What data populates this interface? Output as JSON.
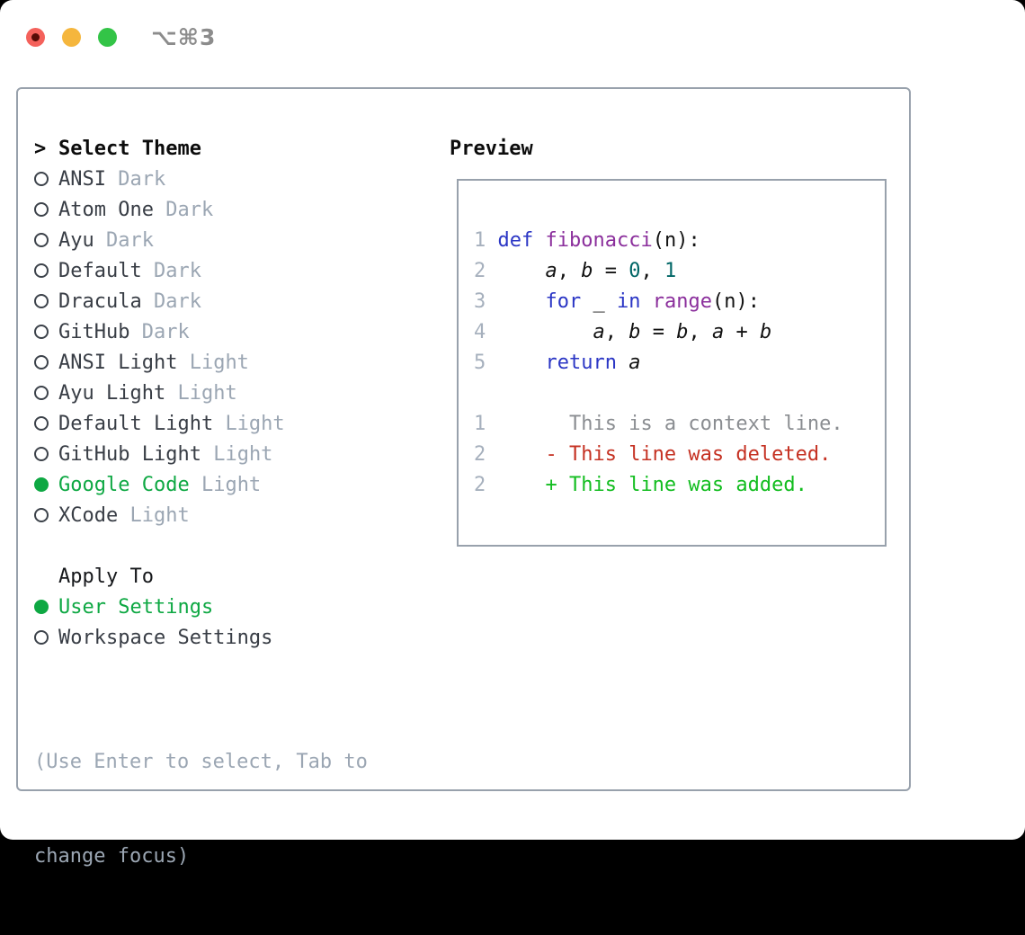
{
  "window": {
    "shortcut": "⌥⌘3"
  },
  "colors": {
    "accent_green": "#0ea843",
    "keyword_blue": "#2b36c5",
    "function_purple": "#8b2f9c",
    "literal_teal": "#006666",
    "diff_deleted_red": "#c53122",
    "diff_added_green": "#12bd1f",
    "muted_gray": "#9ba6b3",
    "border_gray": "#98a1ac"
  },
  "theme_picker": {
    "title_marker": ">",
    "title": "Select Theme",
    "themes": [
      {
        "name": "ANSI",
        "variant": "Dark",
        "selected": false
      },
      {
        "name": "Atom One",
        "variant": "Dark",
        "selected": false
      },
      {
        "name": "Ayu",
        "variant": "Dark",
        "selected": false
      },
      {
        "name": "Default",
        "variant": "Dark",
        "selected": false
      },
      {
        "name": "Dracula",
        "variant": "Dark",
        "selected": false
      },
      {
        "name": "GitHub",
        "variant": "Dark",
        "selected": false
      },
      {
        "name": "ANSI Light",
        "variant": "Light",
        "selected": false
      },
      {
        "name": "Ayu Light",
        "variant": "Light",
        "selected": false
      },
      {
        "name": "Default Light",
        "variant": "Light",
        "selected": false
      },
      {
        "name": "GitHub Light",
        "variant": "Light",
        "selected": false
      },
      {
        "name": "Google Code",
        "variant": "Light",
        "selected": true
      },
      {
        "name": "XCode",
        "variant": "Light",
        "selected": false
      }
    ],
    "apply_to": {
      "title": "Apply To",
      "options": [
        {
          "label": "User Settings",
          "selected": true
        },
        {
          "label": "Workspace Settings",
          "selected": false
        }
      ]
    },
    "help_line1": "(Use Enter to select, Tab to",
    "help_line2": "change focus)"
  },
  "preview": {
    "title": "Preview",
    "lines": [
      {
        "segments": [
          {
            "t": "1 ",
            "c": "ln"
          },
          {
            "t": "def ",
            "c": "kw"
          },
          {
            "t": "fibonacci",
            "c": "fn"
          },
          {
            "t": "(n):",
            "c": "pl"
          }
        ]
      },
      {
        "segments": [
          {
            "t": "2 ",
            "c": "ln"
          },
          {
            "t": "    ",
            "c": "pl"
          },
          {
            "t": "a",
            "c": "var"
          },
          {
            "t": ", ",
            "c": "pl"
          },
          {
            "t": "b",
            "c": "var"
          },
          {
            "t": " = ",
            "c": "pl"
          },
          {
            "t": "0",
            "c": "lit"
          },
          {
            "t": ", ",
            "c": "pl"
          },
          {
            "t": "1",
            "c": "lit"
          }
        ]
      },
      {
        "segments": [
          {
            "t": "3 ",
            "c": "ln"
          },
          {
            "t": "    ",
            "c": "pl"
          },
          {
            "t": "for",
            "c": "kw"
          },
          {
            "t": " _ ",
            "c": "pl"
          },
          {
            "t": "in",
            "c": "kw"
          },
          {
            "t": " ",
            "c": "pl"
          },
          {
            "t": "range",
            "c": "fn"
          },
          {
            "t": "(n):",
            "c": "pl"
          }
        ]
      },
      {
        "segments": [
          {
            "t": "4 ",
            "c": "ln"
          },
          {
            "t": "        ",
            "c": "pl"
          },
          {
            "t": "a",
            "c": "var"
          },
          {
            "t": ", ",
            "c": "pl"
          },
          {
            "t": "b",
            "c": "var"
          },
          {
            "t": " = ",
            "c": "pl"
          },
          {
            "t": "b",
            "c": "var"
          },
          {
            "t": ", ",
            "c": "pl"
          },
          {
            "t": "a",
            "c": "var"
          },
          {
            "t": " + ",
            "c": "pl"
          },
          {
            "t": "b",
            "c": "var"
          }
        ]
      },
      {
        "segments": [
          {
            "t": "5 ",
            "c": "ln"
          },
          {
            "t": "    ",
            "c": "pl"
          },
          {
            "t": "return",
            "c": "kw"
          },
          {
            "t": " ",
            "c": "pl"
          },
          {
            "t": "a",
            "c": "var"
          }
        ]
      },
      {
        "segments": [
          {
            "t": " ",
            "c": "pl"
          }
        ]
      },
      {
        "segments": [
          {
            "t": "1 ",
            "c": "ln"
          },
          {
            "t": "      This is a context line.",
            "c": "ctx"
          }
        ]
      },
      {
        "segments": [
          {
            "t": "2 ",
            "c": "ln"
          },
          {
            "t": "    - This line was deleted.",
            "c": "del"
          }
        ]
      },
      {
        "segments": [
          {
            "t": "2 ",
            "c": "ln"
          },
          {
            "t": "    + This line was added.",
            "c": "add"
          }
        ]
      }
    ]
  }
}
